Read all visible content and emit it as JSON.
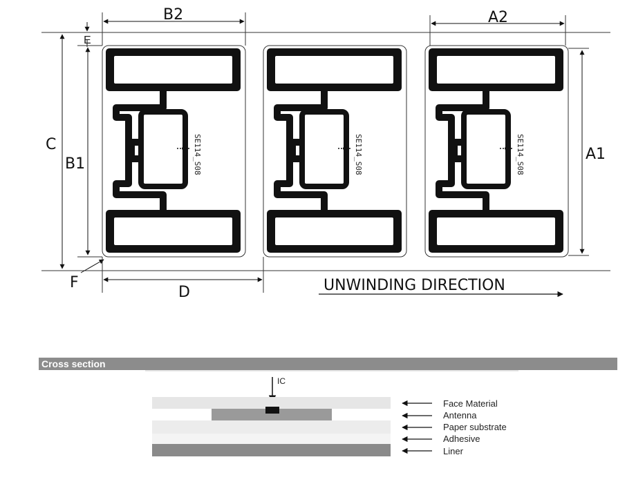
{
  "dimensions": {
    "a1": "A1",
    "a2": "A2",
    "b1": "B1",
    "b2": "B2",
    "c": "C",
    "d": "D",
    "e": "E",
    "f": "F"
  },
  "direction_label": "UNWINDING DIRECTION",
  "chip_marking": "SE114_S08",
  "cross_section": {
    "title": "Cross section",
    "ic_label": "IC",
    "layers": [
      "Face Material",
      "Antenna",
      "Paper substrate",
      "Adhesive",
      "Liner"
    ]
  },
  "colors": {
    "antenna": "#111111",
    "header_bar": "#8c8c8c",
    "face_material": "#e6e6e6",
    "antenna_layer": "#9a9a9a",
    "liner": "#8a8a8a"
  }
}
